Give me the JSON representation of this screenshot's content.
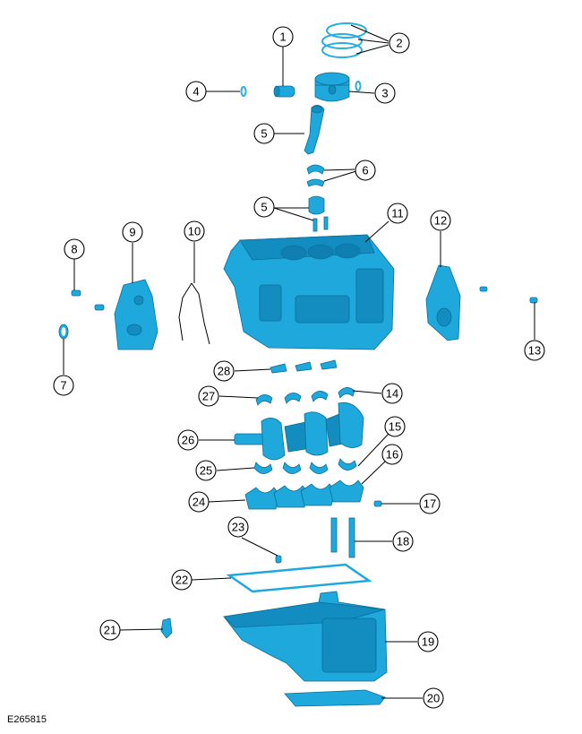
{
  "figure_code": "E265815",
  "colors": {
    "part_fill": "#1ea8dc",
    "part_shade": "#138cc0",
    "outline": "#0a6f9a",
    "callout_stroke": "#000000"
  },
  "callouts": [
    "1",
    "2",
    "3",
    "4",
    "5",
    "5",
    "6",
    "7",
    "8",
    "9",
    "10",
    "11",
    "12",
    "13",
    "14",
    "15",
    "16",
    "17",
    "18",
    "19",
    "20",
    "21",
    "22",
    "23",
    "24",
    "25",
    "26",
    "27",
    "28"
  ]
}
